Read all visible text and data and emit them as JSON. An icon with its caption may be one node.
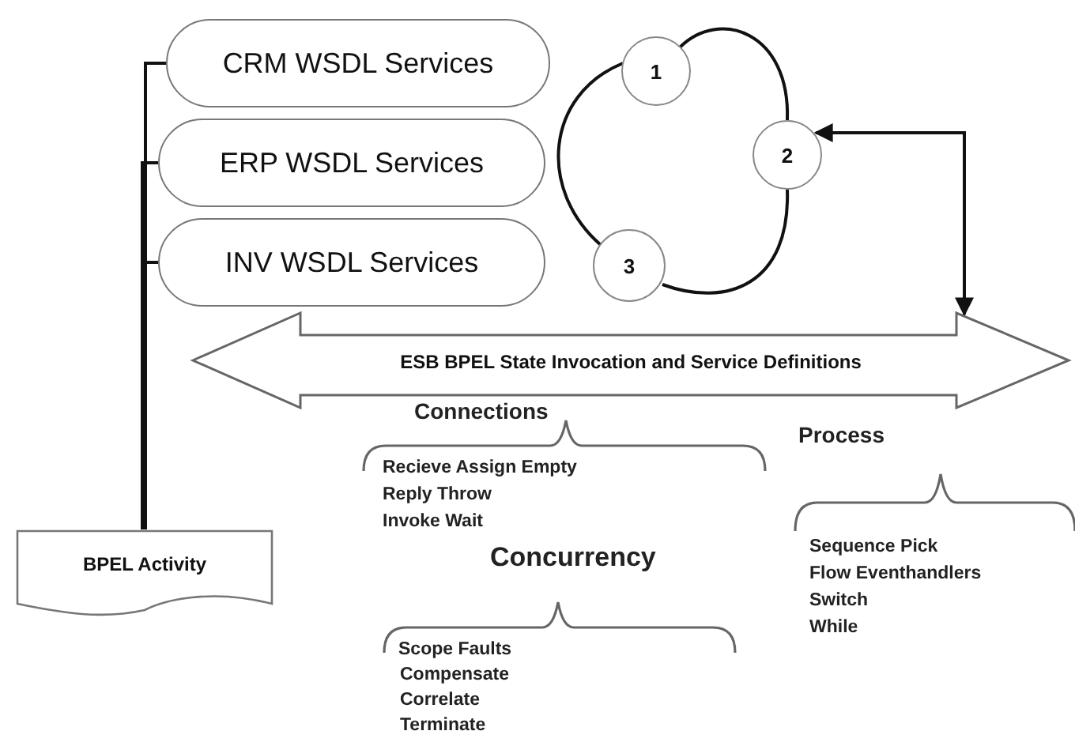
{
  "diagram": {
    "nodes": [
      {
        "text": [
          "CRM WSDL Services"
        ]
      },
      {
        "text": [
          "ERP WSDL Services"
        ]
      },
      {
        "text": [
          "INV WSDL Services"
        ]
      },
      {
        "text": [
          "1"
        ]
      },
      {
        "text": [
          "2"
        ]
      },
      {
        "text": [
          "3"
        ]
      },
      {
        "text": [
          "ESB BPEL State Invocation and Service Definitions"
        ]
      },
      {
        "text": [
          "BPEL Activity"
        ]
      }
    ],
    "edges": [
      {
        "from": 7,
        "to": 0,
        "arrow": "none"
      },
      {
        "from": 7,
        "to": 1,
        "arrow": "none"
      },
      {
        "from": 7,
        "to": 2,
        "arrow": "none"
      },
      {
        "from": 3,
        "to": 4,
        "arrow": "none"
      },
      {
        "from": 4,
        "to": 5,
        "arrow": "none"
      },
      {
        "from": 5,
        "to": 3,
        "arrow": "none"
      },
      {
        "from": 4,
        "to": 6,
        "arrow": "both"
      }
    ],
    "labels": [
      "Connections",
      "Recieve Assign Empty",
      "Reply Throw",
      "Invoke Wait",
      "Concurrency",
      "Scope Faults",
      "Compensate",
      "Correlate",
      "Terminate",
      "Process",
      "Sequence Pick",
      "Flow Eventhandlers",
      "Switch",
      "While"
    ]
  }
}
